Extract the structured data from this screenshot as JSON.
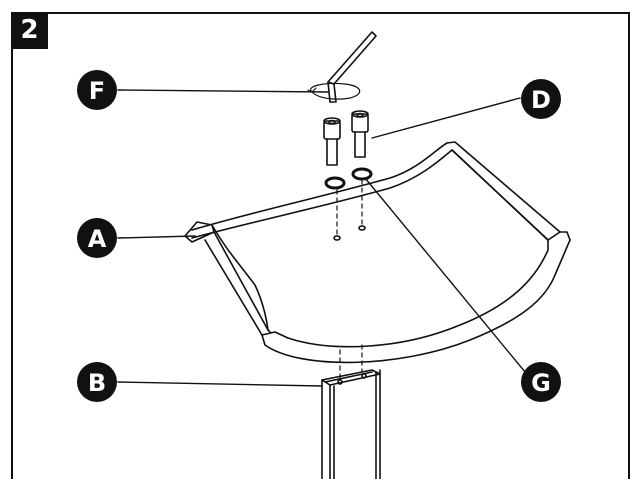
{
  "step": {
    "number": "2"
  },
  "callouts": [
    {
      "id": "F",
      "label": "F"
    },
    {
      "id": "D",
      "label": "D"
    },
    {
      "id": "A",
      "label": "A"
    },
    {
      "id": "B",
      "label": "B"
    },
    {
      "id": "G",
      "label": "G"
    }
  ],
  "colors": {
    "ink": "#111111",
    "paper": "#ffffff"
  }
}
